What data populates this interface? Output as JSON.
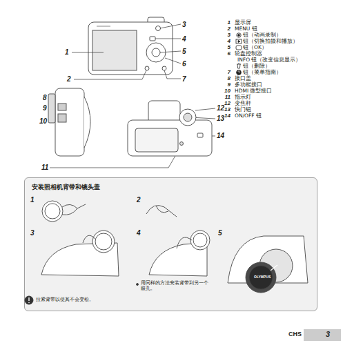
{
  "diagram": {
    "nodes": [
      {
        "text": [
          "安装照相机背带和镜头盖"
        ]
      }
    ],
    "labels": [
      "1",
      "2",
      "3",
      "4",
      "5",
      "6",
      "7",
      "8",
      "9",
      "10",
      "11",
      "12",
      "13",
      "14",
      "1",
      "显示屏",
      "2",
      "MENU 钮",
      "3",
      "钮（动画录制）",
      "4",
      "钮（切换拍摄和播放）",
      "5",
      "钮（OK）",
      "6",
      "轮盘控制器",
      "INFO 钮（改变信息显示）",
      "钮（删除）",
      "7",
      "钮（菜单指南）",
      "8",
      "接口盖",
      "9",
      "多功能接口",
      "10",
      "HDMI 微型接口",
      "11",
      "指示灯",
      "12",
      "变焦杆",
      "13",
      "快门钮",
      "14",
      "ON/OFF 钮",
      "1",
      "2",
      "3",
      "4",
      "5",
      "用同样的方法安装背带到另一个眼孔。",
      "拉紧背带以使其不会变松。",
      "OLYMPUS",
      "CHS",
      "3"
    ]
  }
}
